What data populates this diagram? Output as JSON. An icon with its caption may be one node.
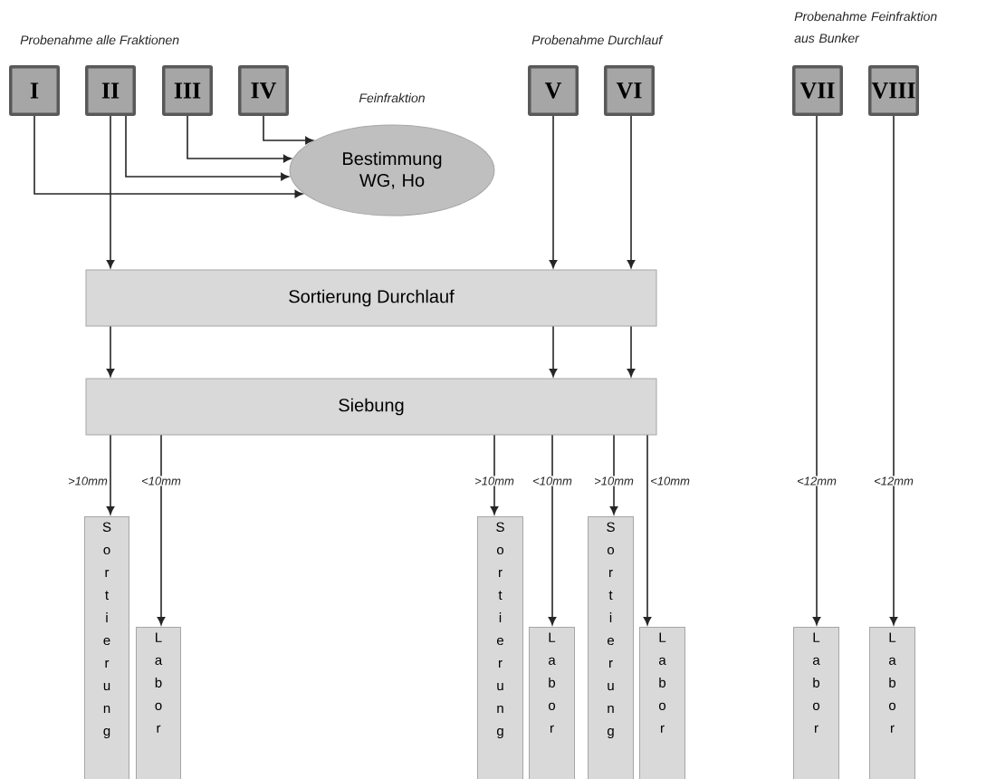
{
  "diagram": {
    "nodes": [
      {
        "text": [
          "I"
        ]
      },
      {
        "text": [
          "II"
        ]
      },
      {
        "text": [
          "III"
        ]
      },
      {
        "text": [
          "IV"
        ]
      },
      {
        "text": [
          "V"
        ]
      },
      {
        "text": [
          "VI"
        ]
      },
      {
        "text": [
          "VII"
        ]
      },
      {
        "text": [
          "VIII"
        ]
      },
      {
        "text": [
          "Bestimmung WG, Ho"
        ],
        "beside": [
          "Feinfraktion"
        ]
      },
      {
        "text": [
          "Sortierung Durchlauf"
        ]
      },
      {
        "text": [
          "Siebung"
        ]
      },
      {
        "text": [
          "Sortierung"
        ]
      },
      {
        "text": [
          "Labor"
        ]
      },
      {
        "text": [
          "Sortierung"
        ]
      },
      {
        "text": [
          "Labor"
        ]
      },
      {
        "text": [
          "Sortierung"
        ]
      },
      {
        "text": [
          "Labor"
        ]
      },
      {
        "text": [
          "Labor"
        ]
      },
      {
        "text": [
          "Labor"
        ]
      }
    ],
    "edges": [
      {
        "from": 3,
        "to": 8,
        "arrow": "to"
      },
      {
        "from": 2,
        "to": 8,
        "arrow": "to"
      },
      {
        "from": 1,
        "to": 8,
        "arrow": "to"
      },
      {
        "from": 0,
        "to": 8,
        "arrow": "to"
      },
      {
        "from": 1,
        "to": 9,
        "arrow": "to"
      },
      {
        "from": 4,
        "to": 9,
        "arrow": "to"
      },
      {
        "from": 5,
        "to": 9,
        "arrow": "to"
      },
      {
        "from": 9,
        "to": 10,
        "arrow": "to"
      },
      {
        "from": 9,
        "to": 10,
        "arrow": "to"
      },
      {
        "from": 9,
        "to": 10,
        "arrow": "to"
      },
      {
        "from": 10,
        "to": 11,
        "arrow": "to",
        "label": ">10mm"
      },
      {
        "from": 10,
        "to": 12,
        "arrow": "to",
        "label": "<10mm"
      },
      {
        "from": 10,
        "to": 13,
        "arrow": "to",
        "label": ">10mm"
      },
      {
        "from": 10,
        "to": 14,
        "arrow": "to",
        "label": "<10mm"
      },
      {
        "from": 10,
        "to": 15,
        "arrow": "to",
        "label": ">10mm"
      },
      {
        "from": 10,
        "to": 16,
        "arrow": "to",
        "label": "<10mm"
      },
      {
        "from": 6,
        "to": 17,
        "arrow": "to",
        "label": "<12mm"
      },
      {
        "from": 7,
        "to": 18,
        "arrow": "to",
        "label": "<12mm"
      }
    ],
    "labels": [
      "Probenahme alle Fraktionen",
      "Probenahme Durchlauf",
      "Probenahme Feinfraktion aus Bunker"
    ]
  }
}
